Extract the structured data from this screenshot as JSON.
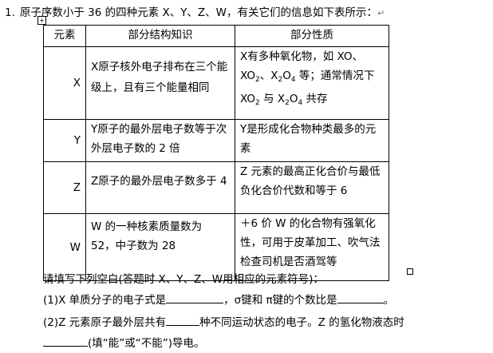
{
  "question": {
    "number": "1.",
    "stem": "原子序数小于 36 的四种元素 X、Y、Z、W，有关它们的信息如下表所示：",
    "return_mark": "↵"
  },
  "table": {
    "headers": [
      "元素",
      "部分结构知识",
      "部分性质"
    ],
    "rows": [
      {
        "element": "X",
        "structure": "X原子核外电子排布在三个能级上，且有三个能量相同",
        "property_parts": [
          "X有多种氧化物，如 XO、XO",
          "2",
          "、X",
          "2",
          "O",
          "4",
          " 等；通常情况下 XO",
          "2",
          " 与 X",
          "2",
          "O",
          "4",
          " 共存"
        ]
      },
      {
        "element": "Y",
        "structure": "Y原子的最外层电子数等于次外层电子数的 2 倍",
        "property": "Y是形成化合物种类最多的元素"
      },
      {
        "element": "Z",
        "structure": "Z原子的最外层电子数多于 4",
        "property": "Z 元素的最高正化合价与最低负化合价代数和等于 6"
      },
      {
        "element": "W",
        "structure": "W 的一种核素质量数为 52，中子数为 28",
        "property": "＋6 价 W 的化合物有强氧化性，可用于皮革加工、吹气法检查司机是否酒驾等"
      }
    ]
  },
  "instruction": "请填写下列空白(答题时 X、Y、Z、W用相应的元素符号)：",
  "sub_questions": {
    "q1_a": "(1)X 单质分子的电子式是",
    "q1_b": "，σ键和 π键的个数比是",
    "q1_c": "。",
    "q2_a": "(2)Z 元素原子最外层共有",
    "q2_b": "种不同运动状态的电子。Z 的氢化物液态时",
    "q2_c": "(填“能”或“不能”)导电。"
  }
}
